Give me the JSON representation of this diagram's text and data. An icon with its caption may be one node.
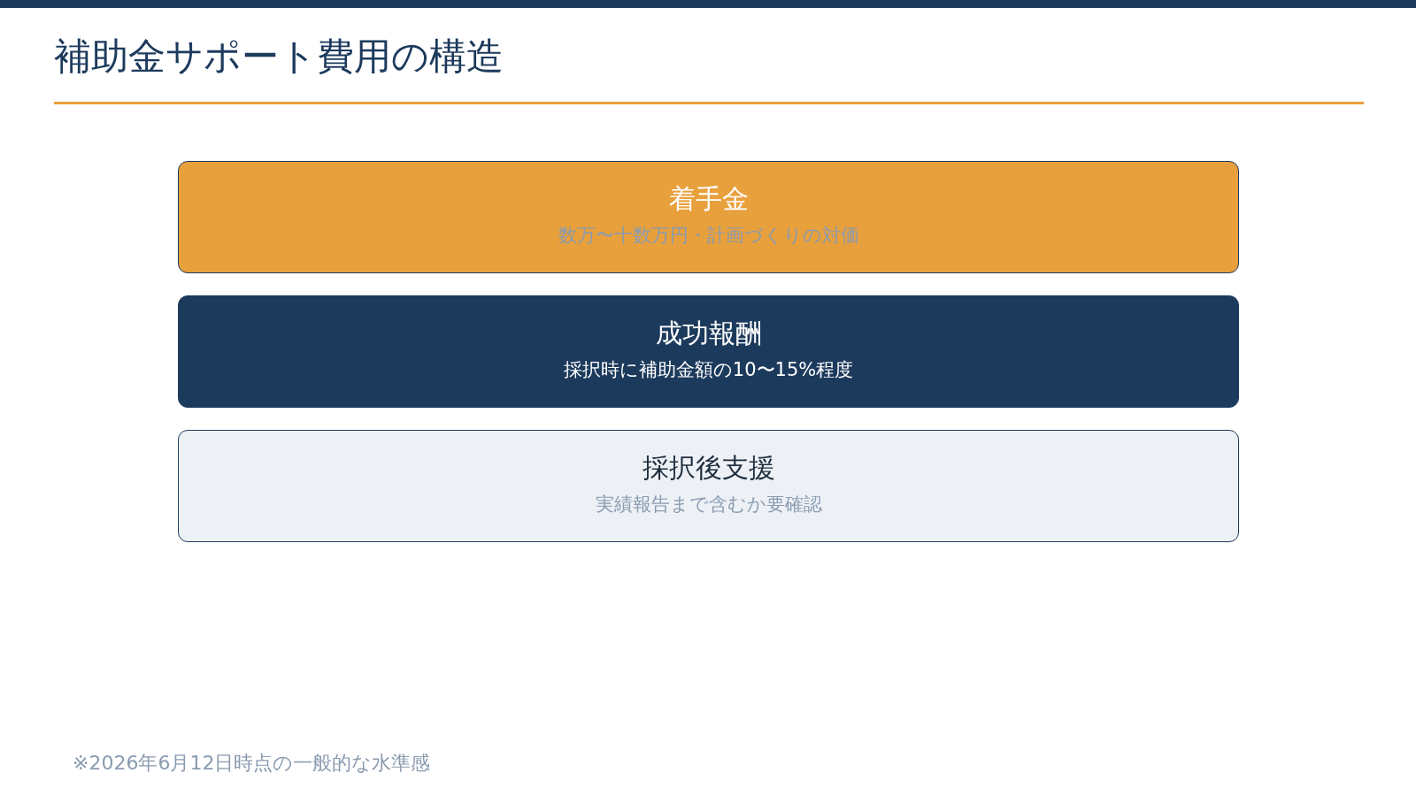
{
  "diagram": {
    "title": "補助金サポート費用の構造",
    "nodes": [
      {
        "text": [
          "着手金",
          "数万〜十数万円・計画づくりの対価"
        ]
      },
      {
        "text": [
          "成功報酬",
          "採択時に補助金額の10〜15%程度"
        ]
      },
      {
        "text": [
          "採択後支援",
          "実績報告まで含むか要確認"
        ]
      }
    ],
    "labels": [
      "※2026年6月12日時点の一般的な水準感"
    ]
  }
}
